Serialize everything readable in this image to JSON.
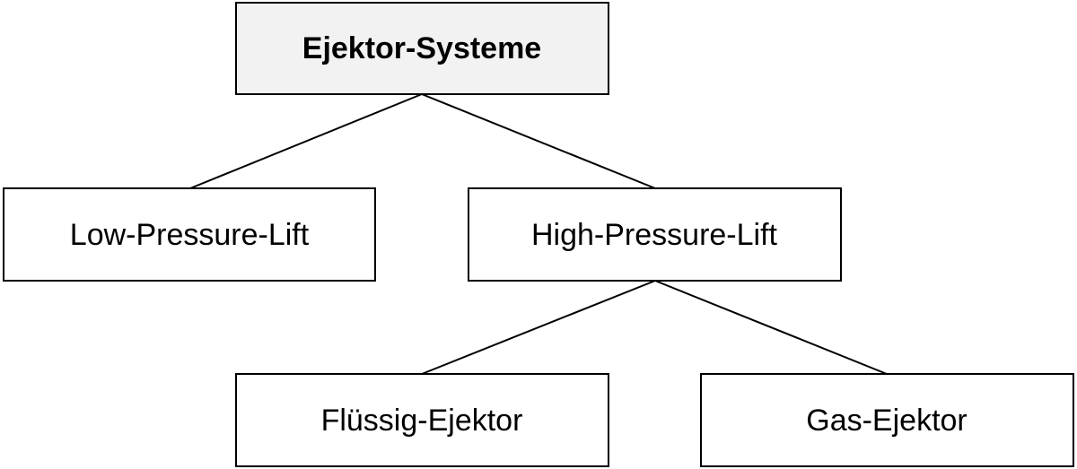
{
  "diagram": {
    "root": {
      "label": "Ejektor-Systeme",
      "fill": "#f2f2f2"
    },
    "nodes": {
      "low_pressure": {
        "label": "Low-Pressure-Lift",
        "fill": "#ffffff"
      },
      "high_pressure": {
        "label": "High-Pressure-Lift",
        "fill": "#ffffff"
      },
      "fluessig": {
        "label": "Flüssig-Ejektor",
        "fill": "#ffffff"
      },
      "gas": {
        "label": "Gas-Ejektor",
        "fill": "#ffffff"
      }
    },
    "edges": [
      {
        "from": "root",
        "to": "low_pressure"
      },
      {
        "from": "root",
        "to": "high_pressure"
      },
      {
        "from": "high_pressure",
        "to": "fluessig"
      },
      {
        "from": "high_pressure",
        "to": "gas"
      }
    ],
    "line_color": "#000000"
  }
}
